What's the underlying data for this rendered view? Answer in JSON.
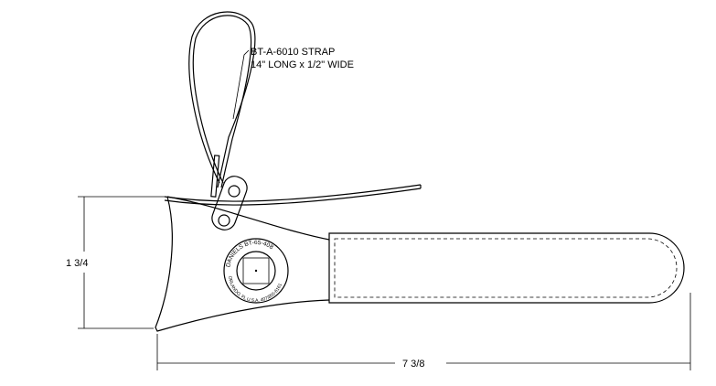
{
  "callout": {
    "line1": "BT-A-6010 STRAP",
    "line2": "14\" LONG x 1/2\" WIDE"
  },
  "dimensions": {
    "height": "1 3/4",
    "length": "7 3/8"
  },
  "stamp": {
    "top": "DANIELS BT-65-408",
    "bottom": "ORLANDO, FL U.S.A. 407/855-6161 FAX 407/855-6884"
  }
}
